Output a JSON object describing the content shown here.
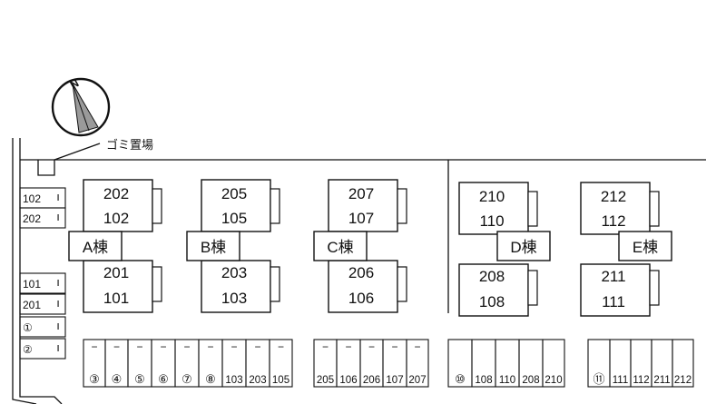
{
  "garbage_label": "ゴミ置場",
  "compass_letter": "N",
  "west_slots": [
    {
      "label": "102",
      "mark": "ı"
    },
    {
      "label": "202",
      "mark": "ı"
    },
    {
      "label": "101",
      "mark": "ı"
    },
    {
      "label": "201",
      "mark": "ı"
    },
    {
      "label": "①",
      "mark": "ı"
    },
    {
      "label": "②",
      "mark": "ı"
    }
  ],
  "buildings": [
    {
      "name": "A棟",
      "upper": [
        "202",
        "102"
      ],
      "lower": [
        "201",
        "101"
      ]
    },
    {
      "name": "B棟",
      "upper": [
        "205",
        "105"
      ],
      "lower": [
        "203",
        "103"
      ]
    },
    {
      "name": "C棟",
      "upper": [
        "207",
        "107"
      ],
      "lower": [
        "206",
        "106"
      ]
    },
    {
      "name": "D棟",
      "upper": [
        "210",
        "110"
      ],
      "lower": [
        "208",
        "108"
      ]
    },
    {
      "name": "E棟",
      "upper": [
        "212",
        "112"
      ],
      "lower": [
        "211",
        "111"
      ]
    }
  ],
  "parking_groups": [
    {
      "mark": "−",
      "slots": [
        "③",
        "④",
        "⑤",
        "⑥",
        "⑦",
        "⑧",
        "103",
        "203",
        "105"
      ]
    },
    {
      "mark": "−",
      "slots": [
        "205",
        "106",
        "206",
        "107",
        "207"
      ]
    },
    {
      "mark": "",
      "slots": [
        "⑩",
        "108",
        "110",
        "208",
        "210"
      ]
    },
    {
      "mark": "",
      "slots": [
        "⑪",
        "111",
        "112",
        "211",
        "212"
      ]
    }
  ]
}
